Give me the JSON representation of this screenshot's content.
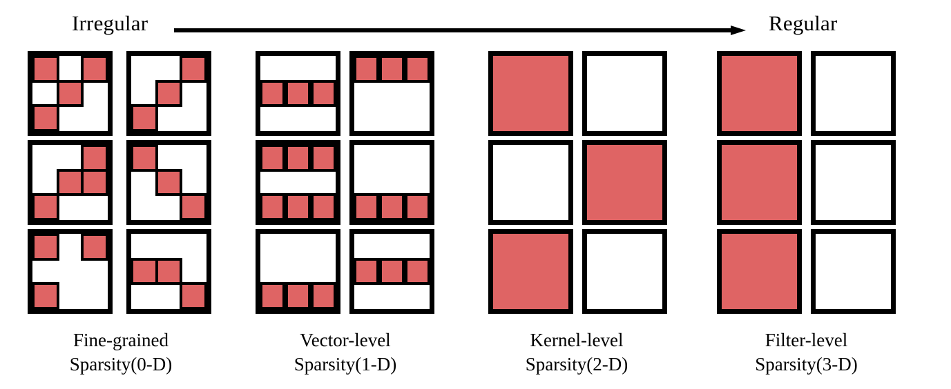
{
  "header": {
    "left_label": "Irregular",
    "right_label": "Regular",
    "arrow_icon": "right-arrow-icon"
  },
  "colors": {
    "active_cell": "#df6464",
    "border": "#000000",
    "background": "#ffffff"
  },
  "groups": [
    {
      "id": "fine-grained",
      "caption_line1": "Fine-grained",
      "caption_line2": "Sparsity(0-D)",
      "granularity": "cell",
      "grid_rows": 3,
      "grid_cols": 2,
      "cell_grid": "3x3",
      "matrices": [
        {
          "row": 0,
          "col": 0,
          "cells": [
            [
              1,
              0,
              1
            ],
            [
              0,
              1,
              0
            ],
            [
              1,
              0,
              0
            ]
          ]
        },
        {
          "row": 0,
          "col": 1,
          "cells": [
            [
              0,
              0,
              1
            ],
            [
              0,
              1,
              0
            ],
            [
              1,
              0,
              0
            ]
          ]
        },
        {
          "row": 1,
          "col": 0,
          "cells": [
            [
              0,
              0,
              1
            ],
            [
              0,
              1,
              1
            ],
            [
              1,
              0,
              0
            ]
          ]
        },
        {
          "row": 1,
          "col": 1,
          "cells": [
            [
              1,
              0,
              0
            ],
            [
              0,
              1,
              0
            ],
            [
              0,
              0,
              1
            ]
          ]
        },
        {
          "row": 2,
          "col": 0,
          "cells": [
            [
              1,
              0,
              1
            ],
            [
              0,
              0,
              0
            ],
            [
              1,
              0,
              0
            ]
          ]
        },
        {
          "row": 2,
          "col": 1,
          "cells": [
            [
              0,
              0,
              0
            ],
            [
              1,
              1,
              0
            ],
            [
              0,
              0,
              1
            ]
          ]
        }
      ]
    },
    {
      "id": "vector-level",
      "caption_line1": "Vector-level",
      "caption_line2": "Sparsity(1-D)",
      "granularity": "row",
      "grid_rows": 3,
      "grid_cols": 2,
      "cell_grid": "3x3",
      "matrices": [
        {
          "row": 0,
          "col": 0,
          "rows_on": [
            0,
            1,
            0
          ]
        },
        {
          "row": 0,
          "col": 1,
          "rows_on": [
            1,
            0,
            0
          ]
        },
        {
          "row": 1,
          "col": 0,
          "rows_on": [
            1,
            0,
            1
          ]
        },
        {
          "row": 1,
          "col": 1,
          "rows_on": [
            0,
            0,
            1
          ]
        },
        {
          "row": 2,
          "col": 0,
          "rows_on": [
            0,
            0,
            1
          ]
        },
        {
          "row": 2,
          "col": 1,
          "rows_on": [
            0,
            1,
            0
          ]
        }
      ]
    },
    {
      "id": "kernel-level",
      "caption_line1": "Kernel-level",
      "caption_line2": "Sparsity(2-D)",
      "granularity": "kernel",
      "grid_rows": 3,
      "grid_cols": 2,
      "matrices": [
        {
          "row": 0,
          "col": 0,
          "filled": 1
        },
        {
          "row": 0,
          "col": 1,
          "filled": 0
        },
        {
          "row": 1,
          "col": 0,
          "filled": 0
        },
        {
          "row": 1,
          "col": 1,
          "filled": 1
        },
        {
          "row": 2,
          "col": 0,
          "filled": 1
        },
        {
          "row": 2,
          "col": 1,
          "filled": 0
        }
      ]
    },
    {
      "id": "filter-level",
      "caption_line1": "Filter-level",
      "caption_line2": "Sparsity(3-D)",
      "granularity": "filter",
      "grid_rows": 3,
      "grid_cols": 2,
      "matrices": [
        {
          "row": 0,
          "col": 0,
          "filled": 1
        },
        {
          "row": 0,
          "col": 1,
          "filled": 0
        },
        {
          "row": 1,
          "col": 0,
          "filled": 1
        },
        {
          "row": 1,
          "col": 1,
          "filled": 0
        },
        {
          "row": 2,
          "col": 0,
          "filled": 1
        },
        {
          "row": 2,
          "col": 1,
          "filled": 0
        }
      ]
    }
  ]
}
